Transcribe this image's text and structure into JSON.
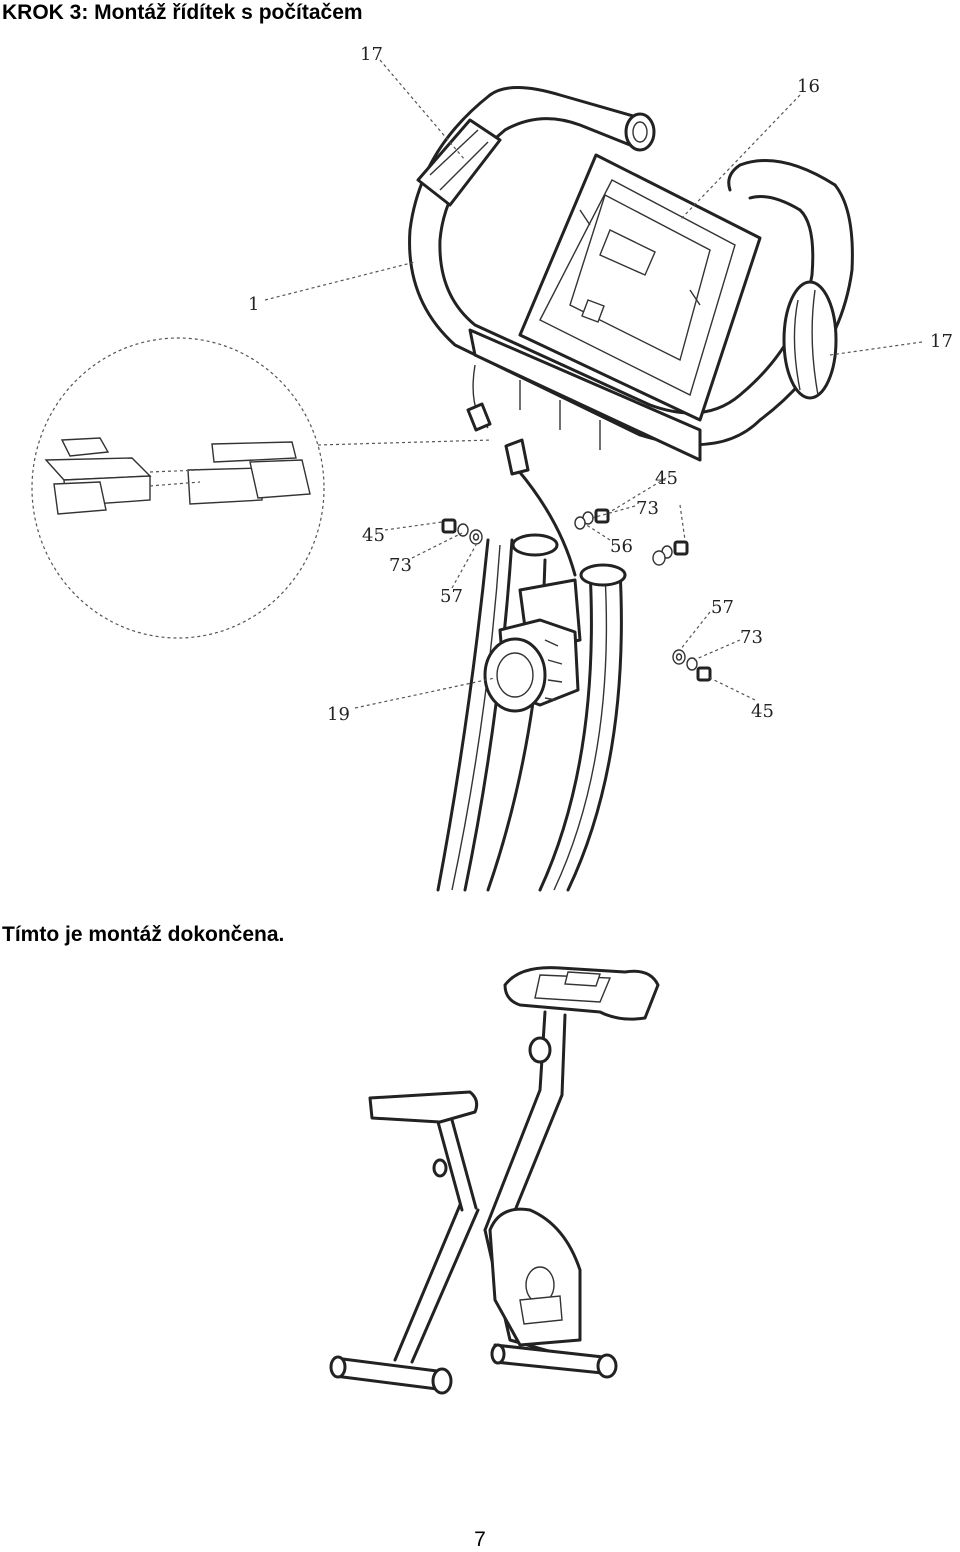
{
  "step_title": "KROK 3: Montáž řídítek s počítačem",
  "completion_text": "Tímto je montáž dokončena.",
  "page_number": "7",
  "callouts": {
    "c17_top": "17",
    "c16": "16",
    "c1": "1",
    "c17_right": "17",
    "c45_left": "45",
    "c73_left": "73",
    "c57_left": "57",
    "c45_mid": "45",
    "c73_mid": "73",
    "c56": "56",
    "c57_right": "57",
    "c73_right": "73",
    "c45_right": "45",
    "c19": "19"
  }
}
